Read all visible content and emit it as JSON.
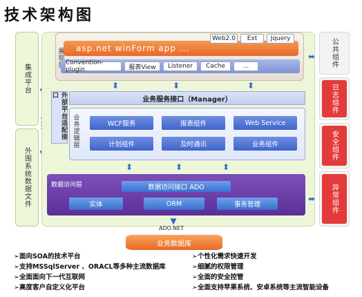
{
  "title": "技术架构图",
  "left_panels": {
    "integration": "集成平台",
    "external_files": "外围系统数据文件",
    "soa": "SOA"
  },
  "presentation": {
    "label": "展现层",
    "main_line": "asp.net  winForm  app  ...",
    "top_chips": [
      "Web2.0",
      "Ext",
      "Jquery"
    ],
    "bottom_chips": [
      "Convention-plugin",
      "报表View",
      "Listener",
      "Cache",
      "..."
    ]
  },
  "external_adapter": "外部平台适配接口",
  "service_interface": "业务服务接口（Manager）",
  "logic": {
    "label": "业务逻辑层",
    "row1": [
      "WCF服务",
      "报表组件",
      "Web Service"
    ],
    "row2": [
      "计划组件",
      "及时通讯",
      "业务组件"
    ]
  },
  "data_access": {
    "label": "数据访问层",
    "interface": "数据访问接口 ADO",
    "items": [
      "实体",
      "ORM",
      "事务管理"
    ]
  },
  "right_panels": [
    "公共组件",
    "日志组件",
    "安全组件",
    "异常组件"
  ],
  "adonet": "ADO.NET",
  "database": "业务数据库",
  "features_left": [
    "➢面向SOA的技术平台",
    "➢支持MSSqlServer 、ORACL等多种主流数据库",
    "➢全面面向下一代互联网",
    "➢高度客户自定义化平台"
  ],
  "features_right": [
    "➢个性化需求快速开发",
    "➢细腻的权限管理",
    "➢全面的安全控管",
    "➢全面支持苹果系统、安卓系统等主流智能设备"
  ],
  "colors": {
    "orange": "#e86a27",
    "blue": "#3e64cc",
    "purple": "#5b2f98",
    "red": "#e23b3b"
  }
}
